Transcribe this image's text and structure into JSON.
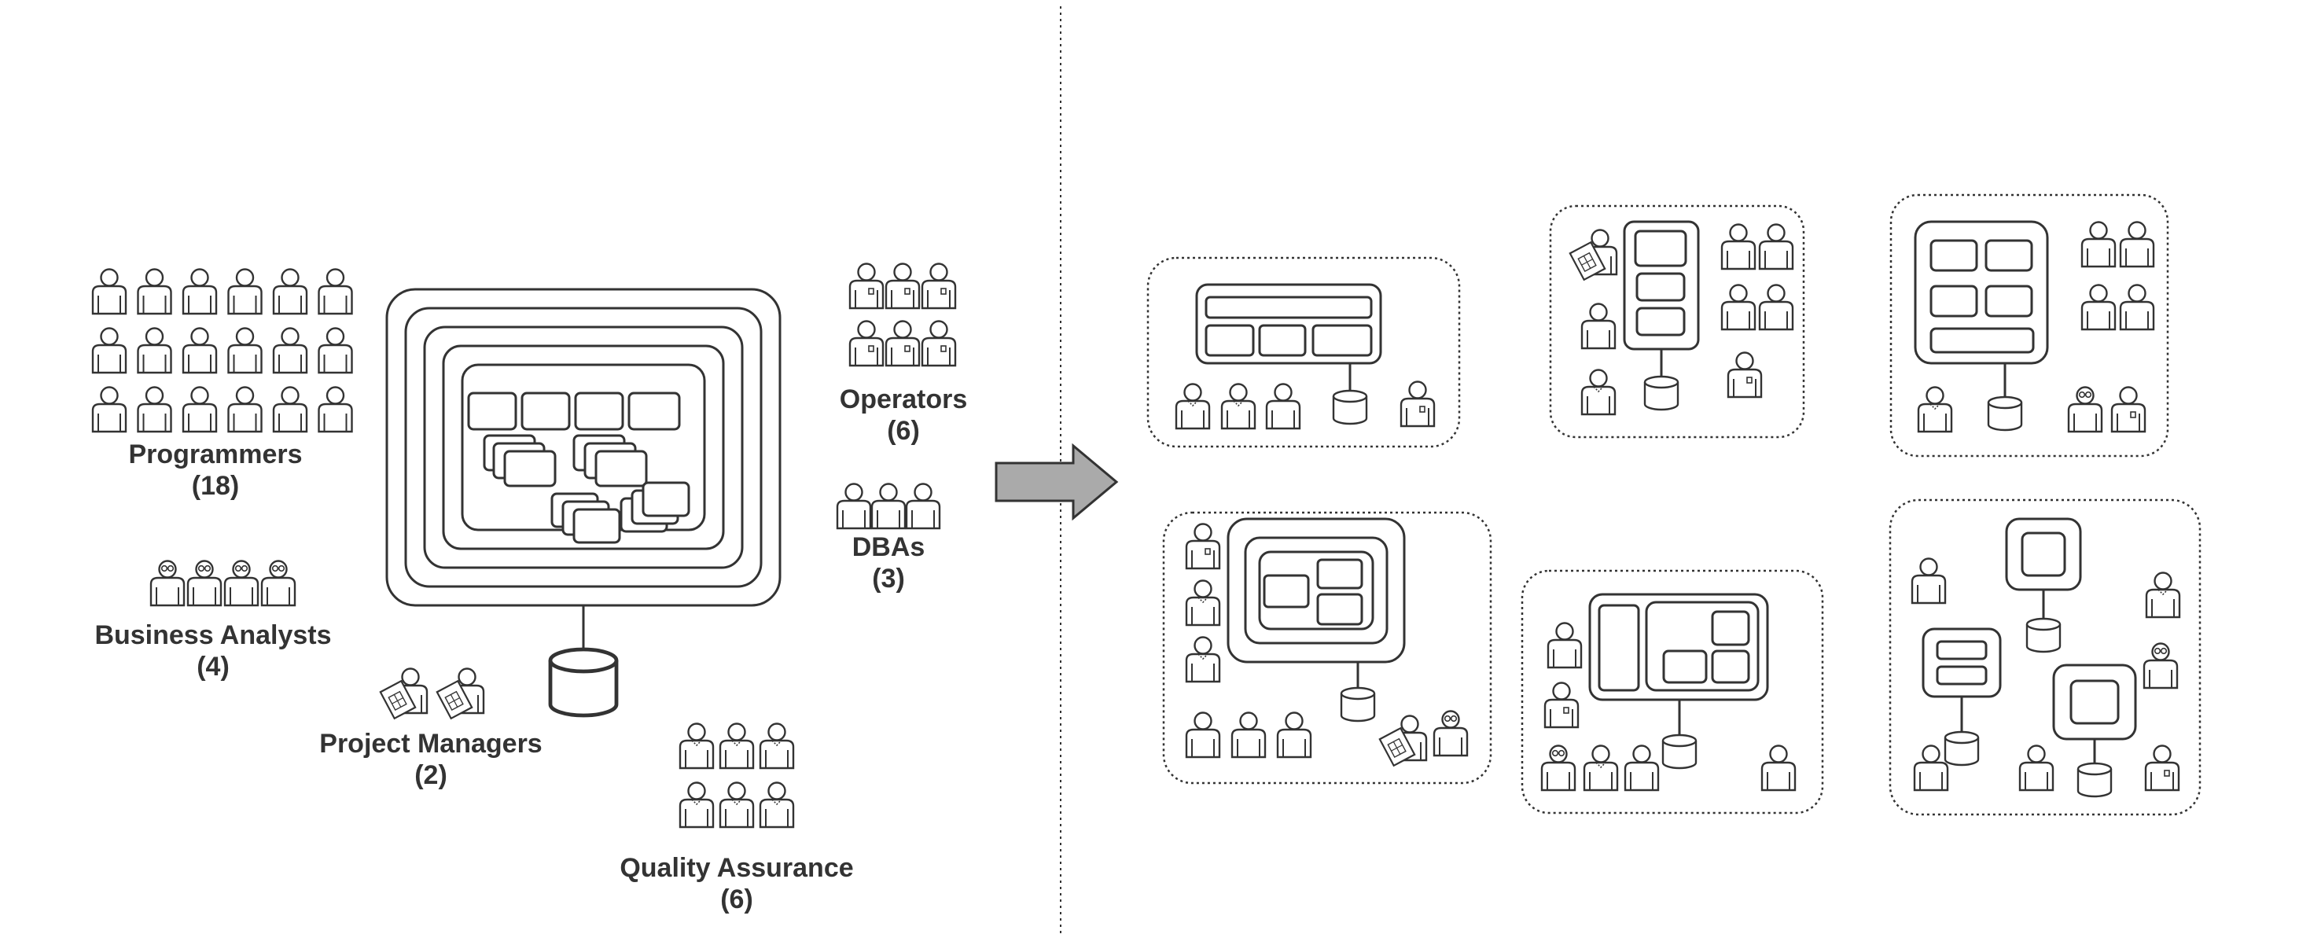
{
  "colors": {
    "stroke": "#333333",
    "text": "#333333",
    "arrow_fill": "#aaaaaa",
    "background": "#ffffff"
  },
  "left_panel": {
    "team_roles": [
      {
        "role": "Programmers",
        "count": "(18)",
        "icon": "developer-person-icon"
      },
      {
        "role": "Business Analysts",
        "count": "(4)",
        "icon": "analyst-with-glasses-icon"
      },
      {
        "role": "Project Managers",
        "count": "(2)",
        "icon": "manager-with-document-icon"
      },
      {
        "role": "Quality Assurance",
        "count": "(6)",
        "icon": "tester-person-icon"
      },
      {
        "role": "Operators",
        "count": "(6)",
        "icon": "operator-with-badge-icon"
      },
      {
        "role": "DBAs",
        "count": "(3)",
        "icon": "dba-person-icon"
      }
    ],
    "monolith": {
      "icon": "layered-monolith-application-icon",
      "database_icon": "database-cylinder-icon"
    }
  },
  "transition": {
    "icon": "right-arrow-icon"
  },
  "right_panel": {
    "service_teams": [
      {
        "name": "service-team-1",
        "icon": "service-with-database-icon"
      },
      {
        "name": "service-team-2",
        "icon": "service-with-database-icon"
      },
      {
        "name": "service-team-3",
        "icon": "service-with-database-icon"
      },
      {
        "name": "service-team-4",
        "icon": "service-with-database-icon"
      },
      {
        "name": "service-team-5",
        "icon": "service-with-database-icon"
      },
      {
        "name": "service-team-6",
        "icon": "multiple-services-with-databases-icon"
      }
    ]
  }
}
